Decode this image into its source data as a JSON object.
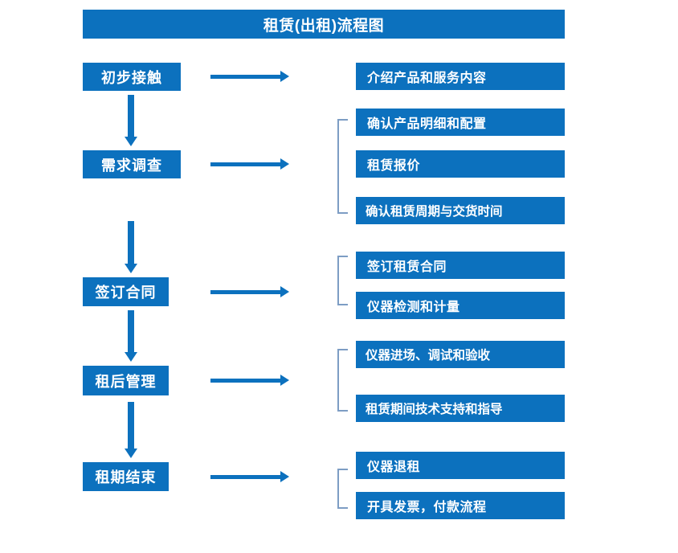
{
  "diagram": {
    "title": "租赁(出租)流程图",
    "colors": {
      "box_blue": "#0c71be",
      "arrow_blue": "#0c71be",
      "bracket_gray_blue": "#7d9dc4",
      "background": "#ffffff",
      "text": "#ffffff"
    },
    "stages": [
      {
        "label": "初步接触"
      },
      {
        "label": "需求调查"
      },
      {
        "label": "签订合同"
      },
      {
        "label": "租后管理"
      },
      {
        "label": "租期结束"
      }
    ],
    "details": [
      {
        "group": 1,
        "items": [
          "介绍产品和服务内容"
        ]
      },
      {
        "group": 2,
        "items": [
          "确认产品明细和配置",
          "租赁报价",
          "确认租赁周期与交货时间"
        ]
      },
      {
        "group": 3,
        "items": [
          "签订租赁合同",
          "仪器检测和计量"
        ]
      },
      {
        "group": 4,
        "items": [
          "仪器进场、调试和验收",
          "租赁期间技术支持和指导"
        ]
      },
      {
        "group": 5,
        "items": [
          "仪器退租",
          "开具发票，付款流程"
        ]
      }
    ],
    "flat_details": [
      "介绍产品和服务内容",
      "确认产品明细和配置",
      "租赁报价",
      "确认租赁周期与交货时间",
      "签订租赁合同",
      "仪器检测和计量",
      "仪器进场、调试和验收",
      "租赁期间技术支持和指导",
      "仪器退租",
      "开具发票，付款流程"
    ],
    "connectors": {
      "horizontal_arrow_name": "stage-to-detail-arrow",
      "vertical_arrow_name": "stage-to-stage-arrow",
      "bracket_name": "detail-group-bracket"
    }
  }
}
